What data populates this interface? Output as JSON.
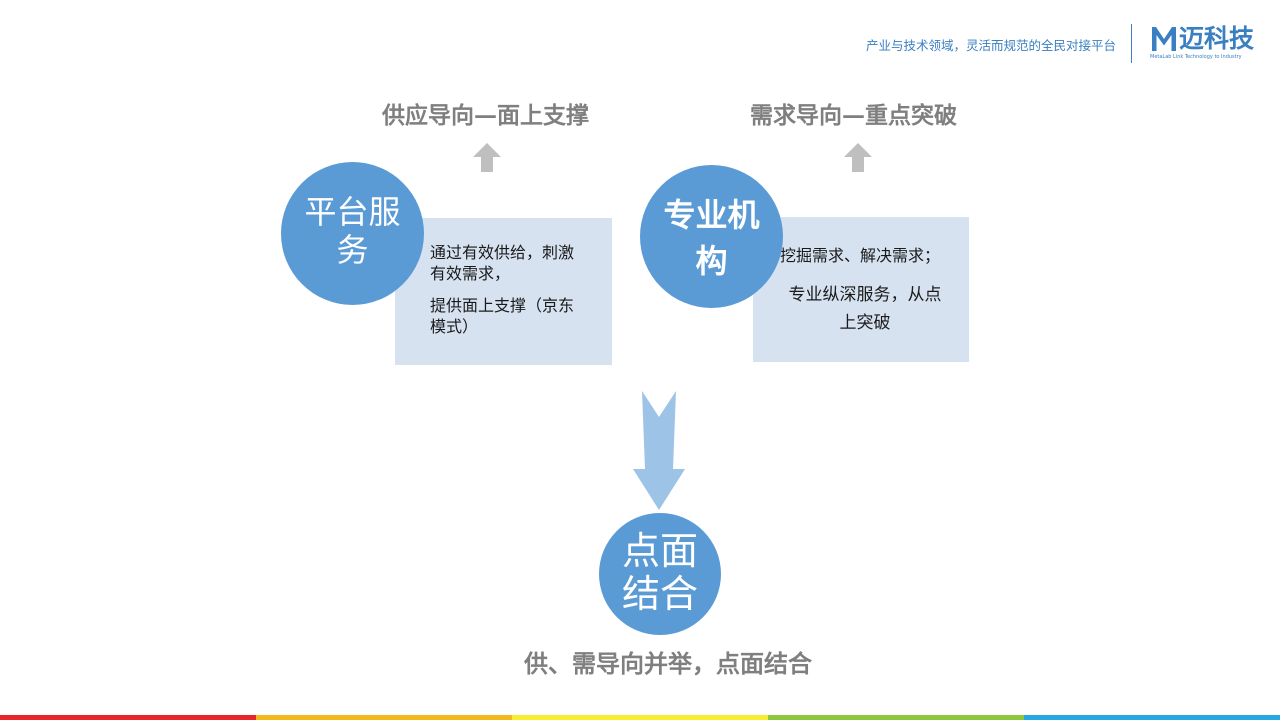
{
  "header": {
    "tagline": "产业与技术领域，灵活而规范的全民对接平台",
    "logo_name": "迈科技",
    "logo_subtitle": "MetaLab  Link Technology to Industry",
    "logo_icon": "M-logo-icon",
    "accent_color": "#3a7fc1"
  },
  "left": {
    "title": "供应导向—面上支撑",
    "circle_label_line1": "平台服",
    "circle_label_line2": "务",
    "text_line1": "通过有效供给，刺激",
    "text_line2": "有效需求，",
    "text_line3": "提供面上支撑（京东",
    "text_line4": "模式）"
  },
  "right": {
    "title": "需求导向—重点突破",
    "circle_label_line1": "专业机",
    "circle_label_line2": "构",
    "text_line1": "挖掘需求、解决需求；",
    "text_line2": "专业纵深服务，从点",
    "text_line3": "上突破"
  },
  "center": {
    "circle_label_line1": "点面",
    "circle_label_line2": "结合",
    "caption": "供、需导向并举，点面结合"
  },
  "colors": {
    "circle": "#5b9bd5",
    "box": "#d7e2f1",
    "title_gray": "#7f7f7f",
    "up_arrow": "#bfbfbf",
    "down_arrow": "#9dc3e6",
    "bottom_bar": [
      "#e8262a",
      "#f5b81c",
      "#f9ed32",
      "#8dc63f",
      "#29a8e0"
    ]
  }
}
